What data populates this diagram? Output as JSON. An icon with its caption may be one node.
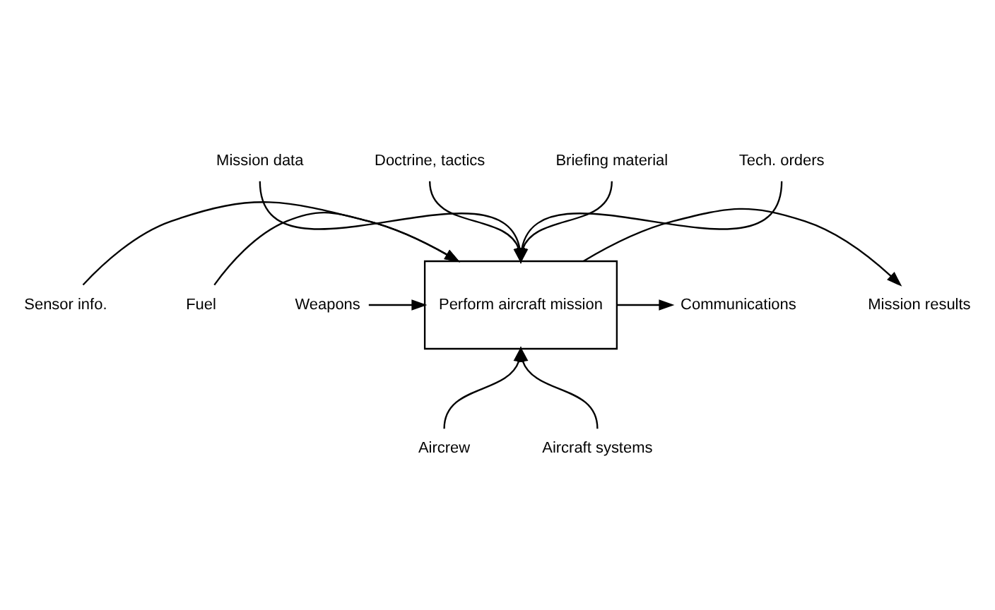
{
  "diagram": {
    "nodes": [
      {
        "text": [
          "Perform aircraft mission"
        ]
      },
      {
        "text": [
          "Mission data"
        ]
      },
      {
        "text": [
          "Doctrine, tactics"
        ]
      },
      {
        "text": [
          "Briefing material"
        ]
      },
      {
        "text": [
          "Tech. orders"
        ]
      },
      {
        "text": [
          "Sensor info."
        ]
      },
      {
        "text": [
          "Fuel"
        ]
      },
      {
        "text": [
          "Weapons"
        ]
      },
      {
        "text": [
          "Mission results"
        ]
      },
      {
        "text": [
          "Communications"
        ]
      },
      {
        "text": [
          "Aircrew"
        ]
      },
      {
        "text": [
          "Aircraft systems"
        ]
      }
    ],
    "edges": [
      {
        "from": 1,
        "to": 0,
        "arrow": "to"
      },
      {
        "from": 2,
        "to": 0,
        "arrow": "to"
      },
      {
        "from": 3,
        "to": 0,
        "arrow": "to"
      },
      {
        "from": 4,
        "to": 0,
        "arrow": "to"
      },
      {
        "from": 5,
        "to": 0,
        "arrow": "to"
      },
      {
        "from": 6,
        "to": 0,
        "arrow": "to"
      },
      {
        "from": 7,
        "to": 0,
        "arrow": "to"
      },
      {
        "from": 0,
        "to": 8,
        "arrow": "to"
      },
      {
        "from": 0,
        "to": 9,
        "arrow": "to"
      },
      {
        "from": 10,
        "to": 0,
        "arrow": "to"
      },
      {
        "from": 11,
        "to": 0,
        "arrow": "to"
      }
    ]
  }
}
